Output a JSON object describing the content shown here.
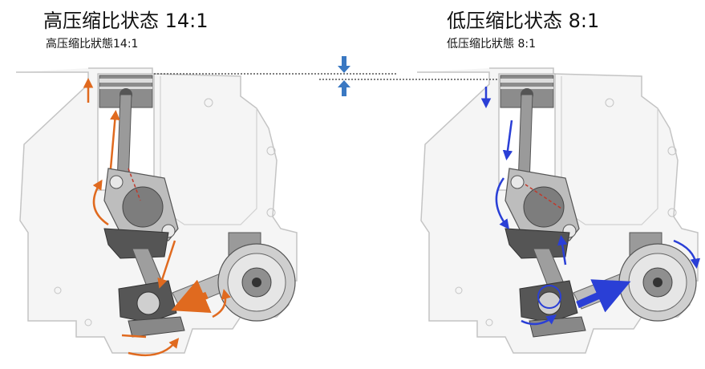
{
  "left_panel": {
    "title": "高压缩比状态 14:1",
    "subtitle": "高压缩比狀態14:1",
    "accent_color": "#e06a1f"
  },
  "right_panel": {
    "title": "低压缩比状态 8:1",
    "subtitle": "低压缩比狀態 8:1",
    "accent_color": "#2a3fd6"
  },
  "center_marker": {
    "icon": "compress-arrows-icon",
    "color": "#3a78c2"
  }
}
